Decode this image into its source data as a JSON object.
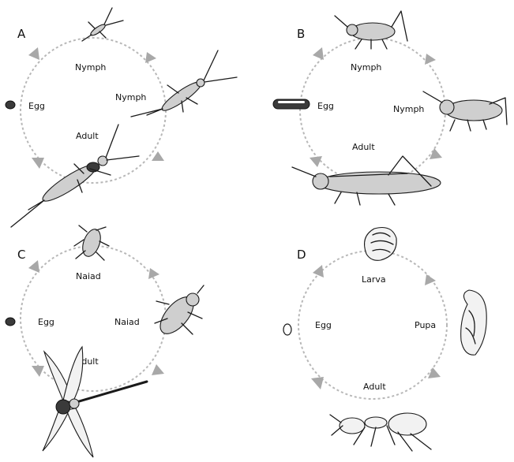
{
  "panels": {
    "a": {
      "letter": "A",
      "top": "Nymph",
      "right": "Nymph",
      "left": "Egg",
      "bottom": "Adult"
    },
    "b": {
      "letter": "B",
      "top": "Nymph",
      "right": "Nymph",
      "left": "Egg",
      "bottom": "Adult"
    },
    "c": {
      "letter": "C",
      "top": "Naiad",
      "right": "Naiad",
      "left": "Egg",
      "bottom": "Adult"
    },
    "d": {
      "letter": "D",
      "top": "Larva",
      "right": "Pupa",
      "left": "Egg",
      "bottom": "Adult"
    }
  },
  "colors": {
    "cycle": "#b8b8b8",
    "arrow": "#a8a8a8",
    "ink": "#1a1a1a"
  }
}
